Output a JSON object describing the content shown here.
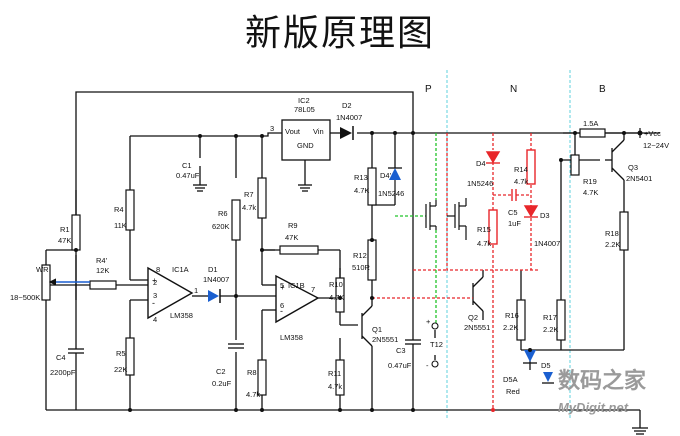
{
  "title": "新版原理图",
  "sections": {
    "p": "P",
    "n": "N",
    "b": "B"
  },
  "components": {
    "ic2": "IC2",
    "ic2_part": "78L05",
    "ic2_vout": "Vout",
    "ic2_vin": "Vin",
    "ic2_gnd": "GND",
    "d2": "D2",
    "d2_part": "1N4007",
    "c1": "C1",
    "c1_val": "0.47uF",
    "r1": "R1",
    "r1_val": "47K",
    "r4": "R4",
    "r4_val": "11K",
    "r4p": "R4'",
    "r4p_val": "12K",
    "wr": "WR",
    "wr_val": "18~500K",
    "ic1a": "IC1A",
    "ic1a_part": "LM358",
    "ic1b": "IC1B",
    "ic1b_part": "LM358",
    "d1": "D1",
    "d1_part": "1N4007",
    "r6": "R6",
    "r6_val": "620K",
    "r7": "R7",
    "r7_val": "4.7k",
    "r9": "R9",
    "r9_val": "47K",
    "r8": "R8",
    "r8_val": "4.7k",
    "c2": "C2",
    "c2_val": "0.2uF",
    "r5": "R5",
    "r5_val": "22K",
    "c4": "C4",
    "c4_val": "2200pF",
    "r13": "R13",
    "r13_val": "4.7K",
    "d4p": "D4'",
    "d4p_part": "1N5246",
    "r12": "R12",
    "r12_val": "510R",
    "r10": "R10",
    "r10_val": "4.7K",
    "r11": "R11",
    "r11_val": "4.7k",
    "q1": "Q1",
    "q1_part": "2N5551",
    "c3": "C3",
    "c3_val": "0.47uF",
    "t12": "T12",
    "d4": "D4",
    "d4_part": "1N5246",
    "r14": "R14",
    "r14_val": "4.7k",
    "c5": "C5",
    "c5_val": "1uF",
    "d3": "D3",
    "d3_part": "1N4007",
    "r15": "R15",
    "r15_val": "4.7k",
    "q2": "Q2",
    "q2_part": "2N5551",
    "r16": "R16",
    "r16_val": "2.2K",
    "r17": "R17",
    "r17_val": "2.2K",
    "d5a": "D5A",
    "d5a_color": "Red",
    "d5b": "D5",
    "fuse": "1.5A",
    "vcc": "+Vcc",
    "vcc_range": "12~24V",
    "r19": "R19",
    "r19_val": "4.7K",
    "q3": "Q3",
    "q3_part": "2N5401",
    "r18": "R18",
    "r18_val": "2.2K",
    "pin_plus": "+",
    "pin_minus": "-",
    "pin1": "1",
    "pin2": "2",
    "pin3": "3",
    "pin4": "4",
    "pin5": "5",
    "pin6": "6",
    "pin7": "7",
    "pin8": "8"
  },
  "watermark": {
    "cn": "数码之家",
    "url": "MyDigit.net"
  },
  "colors": {
    "wire": "#111111",
    "red": "#e8262a",
    "green": "#22c42a",
    "blue": "#1a5fd0",
    "divider": "#5fd0dc"
  }
}
